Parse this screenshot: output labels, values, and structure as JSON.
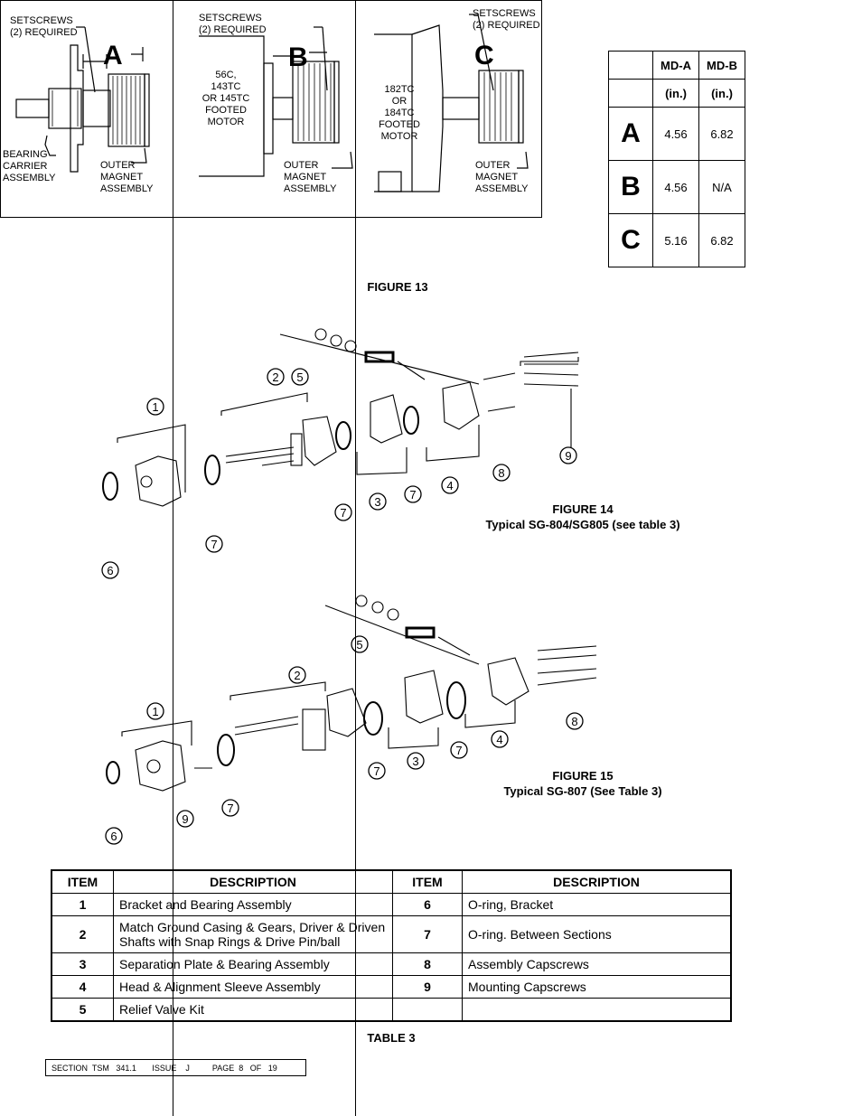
{
  "figure13": {
    "panelA": {
      "setscrews": "SETSCREWS\n(2) REQUIRED",
      "letter": "A",
      "bearing": "BEARING\nCARRIER\nASSEMBLY",
      "outer": "OUTER\nMAGNET\nASSEMBLY"
    },
    "panelB": {
      "setscrews": "SETSCREWS\n(2) REQUIRED",
      "letter": "B",
      "motor": "56C,\n143TC\nOR 145TC\nFOOTED\nMOTOR",
      "outer": "OUTER\nMAGNET\nASSEMBLY"
    },
    "panelC": {
      "setscrews": "SETSCREWS\n(2) REQUIRED",
      "letter": "C",
      "motor": "182TC\nOR\n184TC\nFOOTED\nMOTOR",
      "outer": "OUTER\nMAGNET\nASSEMBLY"
    },
    "caption": "FIGURE 13"
  },
  "md_table": {
    "headers": [
      "MD-A",
      "MD-B"
    ],
    "units": [
      "(in.)",
      "(in.)"
    ],
    "rows": [
      {
        "label": "A",
        "md_a": "4.56",
        "md_b": "6.82"
      },
      {
        "label": "B",
        "md_a": "4.56",
        "md_b": "N/A"
      },
      {
        "label": "C",
        "md_a": "5.16",
        "md_b": "6.82"
      }
    ]
  },
  "figure14": {
    "caption_line1": "FIGURE  14",
    "caption_line2": "Typical SG-804/SG805 (see table 3)",
    "callouts": [
      "1",
      "2",
      "5",
      "3",
      "7",
      "7",
      "7",
      "4",
      "8",
      "9",
      "6"
    ]
  },
  "figure15": {
    "caption_line1": "FIGURE 15",
    "caption_line2": "Typical SG-807 (See Table 3)",
    "callouts": [
      "5",
      "2",
      "1",
      "9",
      "7",
      "7",
      "3",
      "7",
      "4",
      "8",
      "6"
    ]
  },
  "table3": {
    "headers": [
      "ITEM",
      "DESCRIPTION",
      "ITEM",
      "DESCRIPTION"
    ],
    "rows": [
      {
        "item1": "1",
        "desc1": "Bracket and Bearing Assembly",
        "item2": "6",
        "desc2": "O-ring, Bracket"
      },
      {
        "item1": "2",
        "desc1": "Match Ground Casing & Gears, Driver & Driven Shafts with Snap Rings & Drive Pin/ball",
        "item2": "7",
        "desc2": "O-ring. Between Sections"
      },
      {
        "item1": "3",
        "desc1": "Separation Plate & Bearing Assembly",
        "item2": "8",
        "desc2": "Assembly Capscrews"
      },
      {
        "item1": "4",
        "desc1": "Head & Alignment Sleeve Assembly",
        "item2": "9",
        "desc2": "Mounting Capscrews"
      },
      {
        "item1": "5",
        "desc1": "Relief Valve Kit",
        "item2": "",
        "desc2": ""
      }
    ],
    "caption": "TABLE 3"
  },
  "footer": {
    "text": "SECTION  TSM   341.1       ISSUE    J          PAGE  8   OF   19"
  }
}
